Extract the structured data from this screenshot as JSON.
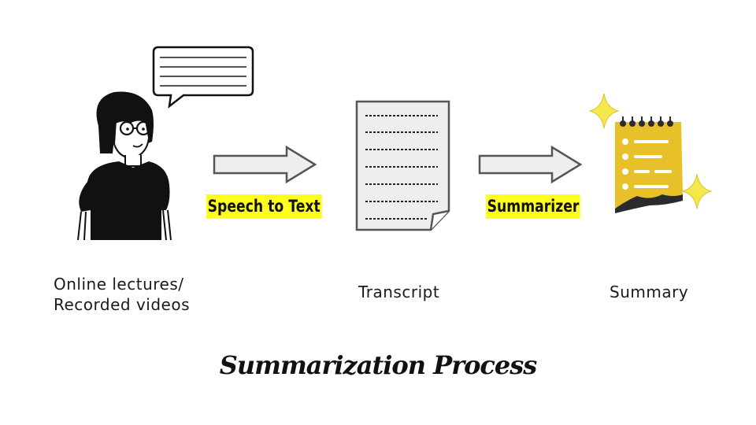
{
  "steps": [
    {
      "label_line1": "Online lectures/",
      "label_line2": "Recorded videos"
    },
    {
      "label": "Transcript"
    },
    {
      "label": "Summary"
    }
  ],
  "arrows": [
    {
      "label": "Speech to Text"
    },
    {
      "label": "Summarizer"
    }
  ],
  "title": "Summarization Process",
  "colors": {
    "highlight": "#ffff1f",
    "notepad": "#e8c12a",
    "sparkle": "#f5e84a",
    "arrow_fill": "#eeeeee",
    "stroke": "#555555"
  }
}
